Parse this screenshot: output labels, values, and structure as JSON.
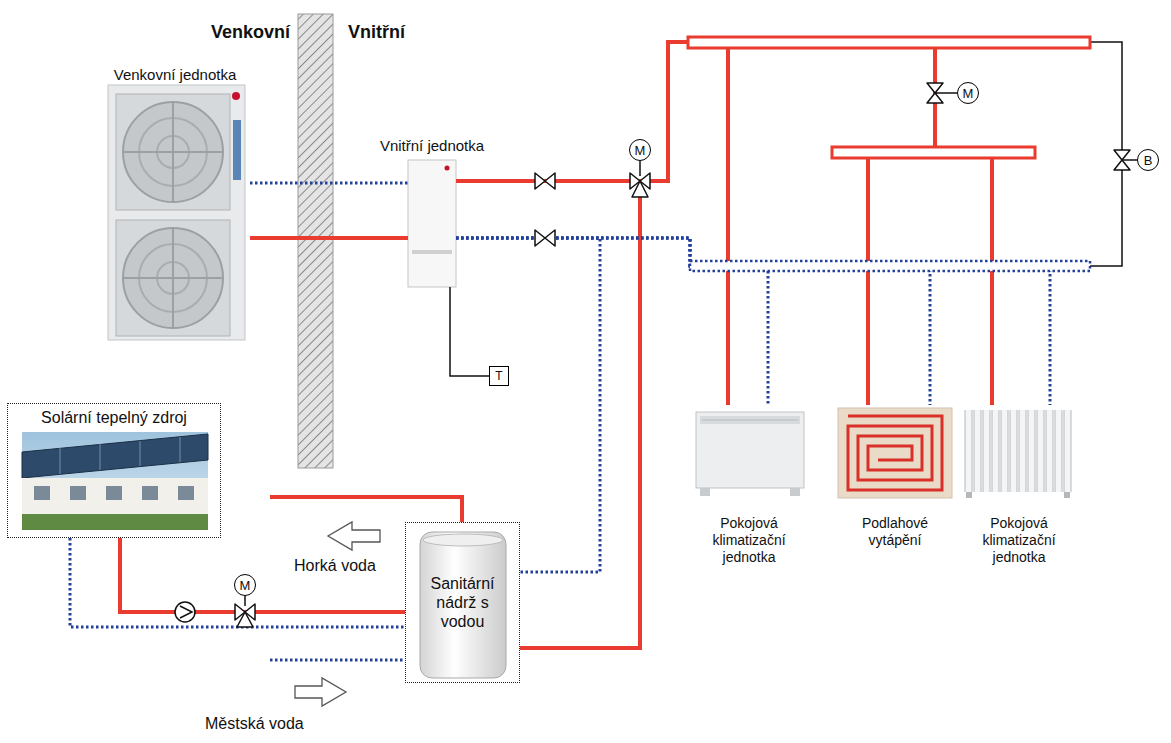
{
  "diagram": {
    "nodes": [
      {
        "text": [
          "Venkovní jednotka"
        ]
      },
      {
        "text": [
          "Vnitřní jednotka"
        ]
      },
      {
        "text": [
          "M"
        ]
      },
      {
        "text": [
          "M"
        ]
      },
      {
        "text": [
          "B"
        ]
      },
      {
        "text": [
          "T"
        ]
      },
      {
        "text": [
          "Solární tepelný zdroj"
        ]
      },
      {
        "text": [
          "M"
        ]
      },
      {
        "text": [
          "Sanitární nádrž s vodou"
        ]
      },
      {
        "text": [
          "Pokojová klimatizační jednotka"
        ]
      },
      {
        "text": [
          "Podlahové vytápění"
        ]
      },
      {
        "text": [
          "Pokojová klimatizační jednotka"
        ]
      }
    ],
    "edges": [
      {
        "from": 0,
        "to": 1,
        "arrow": "none"
      },
      {
        "from": 0,
        "to": 1,
        "arrow": "none"
      },
      {
        "from": 1,
        "to": 5,
        "arrow": "none"
      },
      {
        "from": 1,
        "to": 9,
        "arrow": "none"
      },
      {
        "from": 1,
        "to": 10,
        "arrow": "none"
      },
      {
        "from": 1,
        "to": 11,
        "arrow": "none"
      },
      {
        "from": 1,
        "to": 8,
        "arrow": "none"
      },
      {
        "from": 1,
        "to": 9,
        "arrow": "none"
      },
      {
        "from": 1,
        "to": 10,
        "arrow": "none"
      },
      {
        "from": 1,
        "to": 11,
        "arrow": "none"
      },
      {
        "from": 1,
        "to": 8,
        "arrow": "none"
      },
      {
        "from": 6,
        "to": 8,
        "arrow": "none"
      },
      {
        "from": 6,
        "to": 8,
        "arrow": "none"
      }
    ],
    "labels": [
      "Venkovní",
      "Vnitřní",
      "Horká voda",
      "Městská voda"
    ]
  }
}
